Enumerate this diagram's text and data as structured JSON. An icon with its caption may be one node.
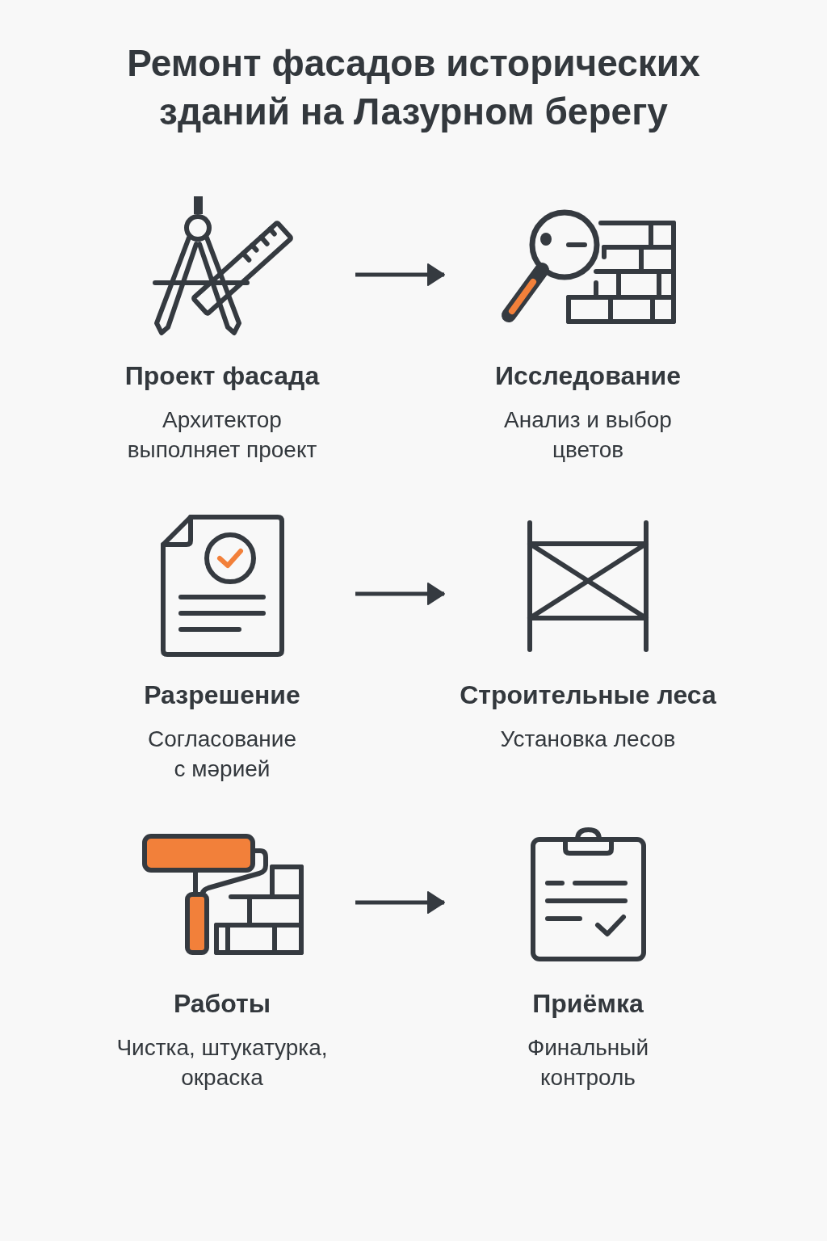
{
  "diagram": {
    "title": "Ремонт фасадов исторических зданий на Лазурном берегу",
    "nodes": [
      {
        "text": [
          "Проект фасада",
          "Архитектор выполняет проект"
        ]
      },
      {
        "text": [
          "Исследование",
          "Анализ и выбор цветов"
        ]
      },
      {
        "text": [
          "Разрешение",
          "Согласование с мәрией"
        ]
      },
      {
        "text": [
          "Строительные леса",
          "Установка лесов"
        ]
      },
      {
        "text": [
          "Работы",
          "Чистка, штукатурка, окраска"
        ]
      },
      {
        "text": [
          "Приёмка",
          "Финальный контроль"
        ]
      }
    ],
    "edges": [
      {
        "from": 0,
        "to": 1,
        "arrow": "to"
      },
      {
        "from": 2,
        "to": 3,
        "arrow": "to"
      },
      {
        "from": 4,
        "to": 5,
        "arrow": "to"
      }
    ]
  }
}
